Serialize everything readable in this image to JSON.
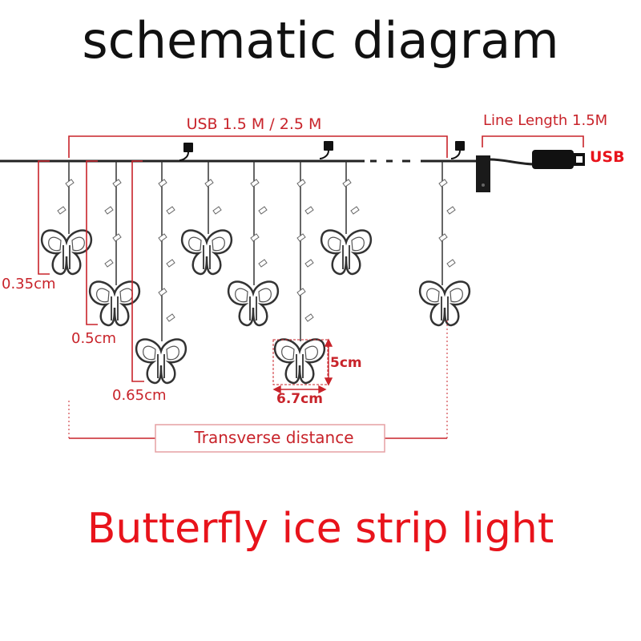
{
  "title": "schematic diagram",
  "footer": "Butterfly ice strip light",
  "labels": {
    "usb_span": "USB 1.5 M / 2.5 M",
    "line_length": "Line Length 1.5M",
    "usb": "USB",
    "d1": "0.35cm",
    "d2": "0.5cm",
    "d3": "0.65cm",
    "height": "5cm",
    "width": "6.7cm",
    "transverse": "Transverse distance"
  },
  "colors": {
    "annotation": "#c8232a",
    "wire": "#222222",
    "footer": "#e8131b"
  }
}
